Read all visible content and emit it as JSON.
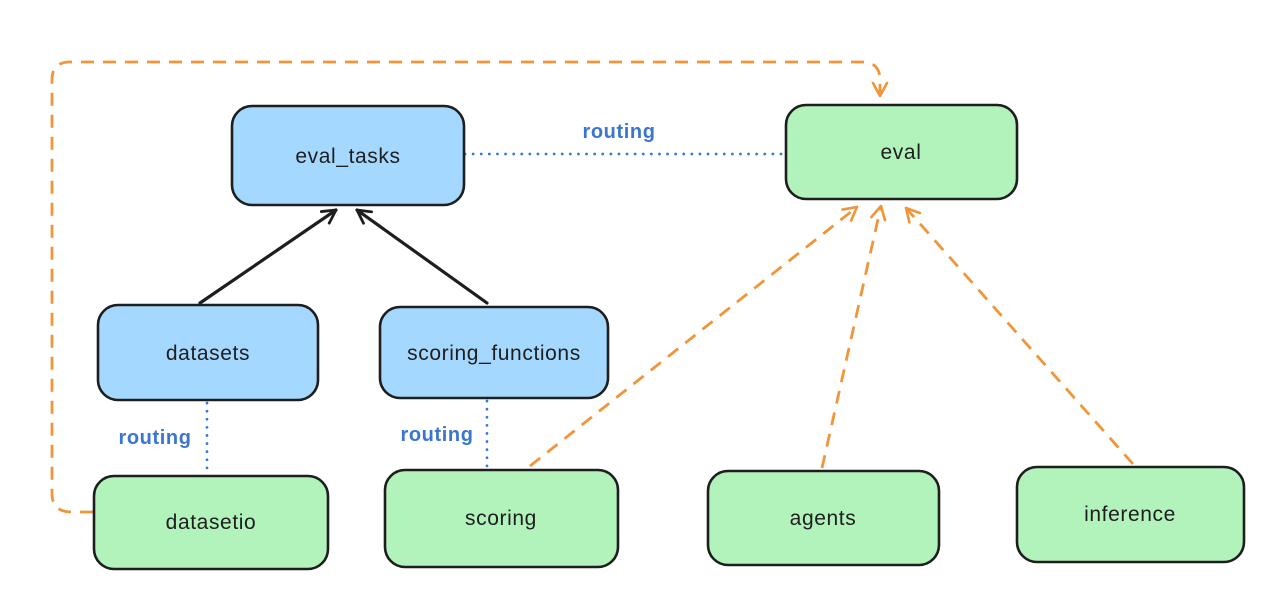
{
  "diagram": {
    "nodes": {
      "eval_tasks": {
        "label": "eval_tasks",
        "fill": "#a5d8ff"
      },
      "eval": {
        "label": "eval",
        "fill": "#b2f2bb"
      },
      "datasets": {
        "label": "datasets",
        "fill": "#a5d8ff"
      },
      "scoring_functions": {
        "label": "scoring_functions",
        "fill": "#a5d8ff"
      },
      "datasetio": {
        "label": "datasetio",
        "fill": "#b2f2bb"
      },
      "scoring": {
        "label": "scoring",
        "fill": "#b2f2bb"
      },
      "agents": {
        "label": "agents",
        "fill": "#b2f2bb"
      },
      "inference": {
        "label": "inference",
        "fill": "#b2f2bb"
      }
    },
    "edge_labels": {
      "routing_eval_tasks_to_eval": "routing",
      "routing_datasets_to_datasetio": "routing",
      "routing_scoring_functions_to_scoring": "routing"
    },
    "colors": {
      "routing_blue": "#3a76d1",
      "arrow_orange": "#ee9639",
      "arrow_black": "#1e1e1e",
      "node_border": "#1e1e1e",
      "blue_fill": "#a5d8ff",
      "green_fill": "#b2f2bb",
      "background": "#ffffff"
    }
  }
}
